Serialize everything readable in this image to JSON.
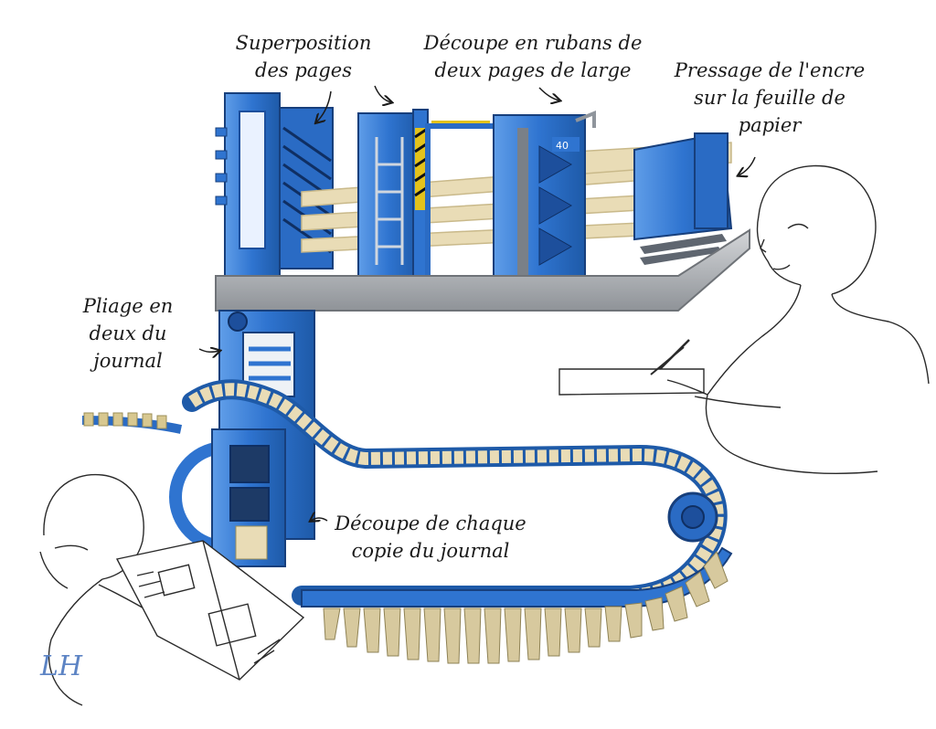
{
  "labels": {
    "superposition": [
      "Superposition",
      "des pages"
    ],
    "decoupe_rubans": [
      "Découpe en rubans de",
      "deux pages de large"
    ],
    "pressage": [
      "Pressage de l'encre",
      "sur la feuille de",
      "papier"
    ],
    "pliage": [
      "Pliage en",
      "deux du",
      "journal"
    ],
    "decoupe_copie": [
      "Découpe de chaque",
      "copie du journal"
    ]
  },
  "signature": "LH",
  "panel_number": "40",
  "colors": {
    "machine_blue": "#2f74d0",
    "machine_dark": "#1d4f9c",
    "machine_light": "#6aa6ee",
    "paper": "#e9dcb6",
    "paper_dark": "#c9b98a",
    "grey_beam": "#b9bcc0",
    "hazard": "#e3c21c",
    "ink": "#1b1b1b",
    "signature": "#5d84c4"
  },
  "icons": [
    "pen-icon",
    "newspaper-icon"
  ]
}
